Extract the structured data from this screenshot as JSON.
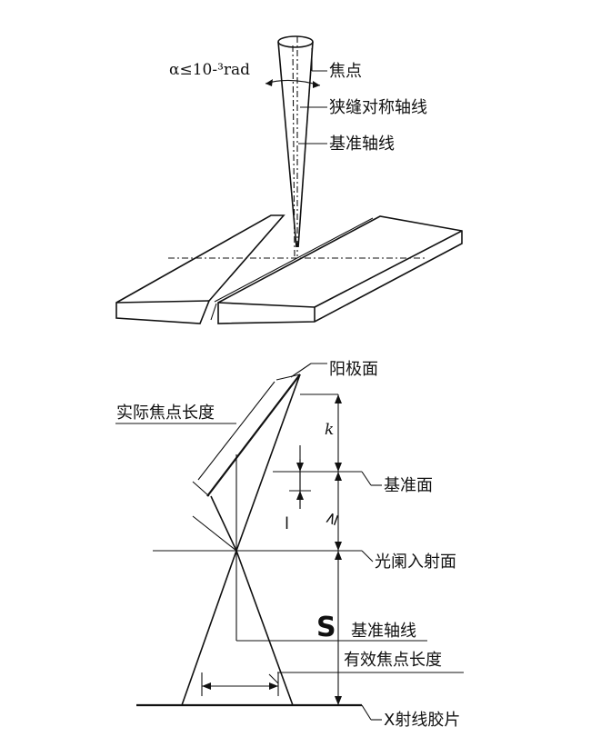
{
  "top_figure": {
    "angle_label": "α≤10-³rad",
    "focus_label": "焦点",
    "slit_axis_label": "狭缝对称轴线",
    "reference_axis_label": "基准轴线"
  },
  "bottom_figure": {
    "anode_label": "阳极面",
    "actual_focus_length_label": "实际焦点长度",
    "reference_plane_label": "基准面",
    "aperture_plane_label": "光阑入射面",
    "s_label": "S",
    "reference_axis_label": "基准轴线",
    "effective_focus_length_label": "有效焦点长度",
    "film_label": "X射线胶片",
    "k_label": "k",
    "l_label": "l",
    "geq_label": "≥"
  }
}
